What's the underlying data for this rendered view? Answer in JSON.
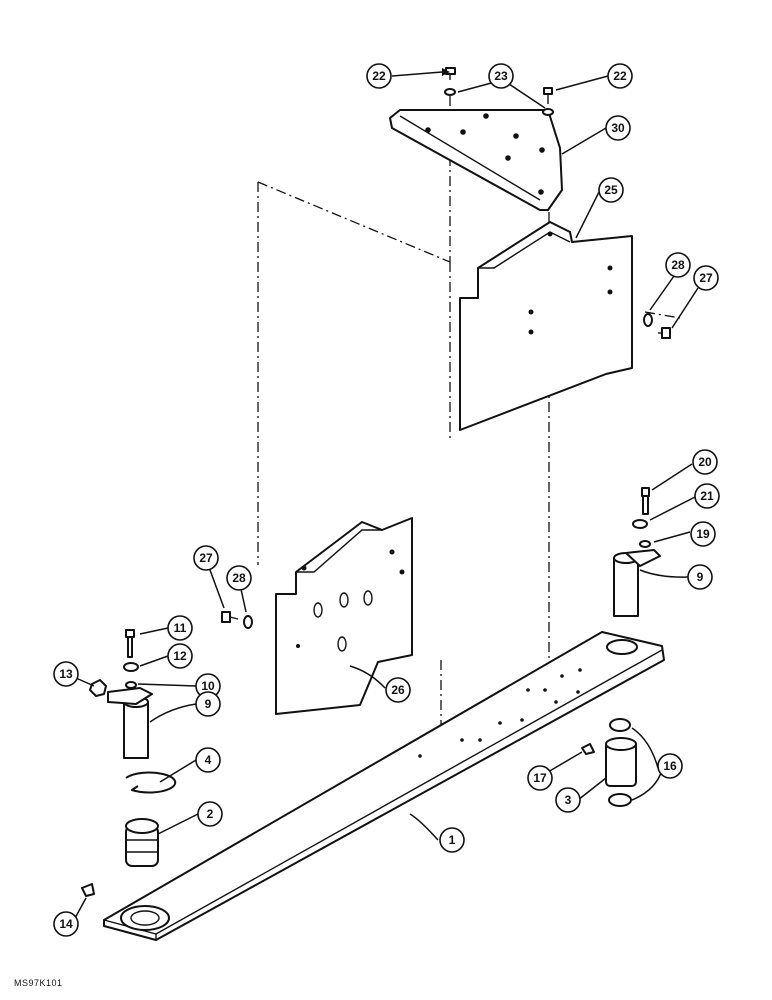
{
  "diagram": {
    "code": "MS97K101",
    "callouts": [
      {
        "id": "c22a",
        "label": "22"
      },
      {
        "id": "c23",
        "label": "23"
      },
      {
        "id": "c22b",
        "label": "22"
      },
      {
        "id": "c30",
        "label": "30"
      },
      {
        "id": "c25",
        "label": "25"
      },
      {
        "id": "c28a",
        "label": "28"
      },
      {
        "id": "c27a",
        "label": "27"
      },
      {
        "id": "c20",
        "label": "20"
      },
      {
        "id": "c21",
        "label": "21"
      },
      {
        "id": "c19",
        "label": "19"
      },
      {
        "id": "c9a",
        "label": "9"
      },
      {
        "id": "c27b",
        "label": "27"
      },
      {
        "id": "c28b",
        "label": "28"
      },
      {
        "id": "c11",
        "label": "11"
      },
      {
        "id": "c12",
        "label": "12"
      },
      {
        "id": "c13",
        "label": "13"
      },
      {
        "id": "c10",
        "label": "10"
      },
      {
        "id": "c9b",
        "label": "9"
      },
      {
        "id": "c26",
        "label": "26"
      },
      {
        "id": "c4",
        "label": "4"
      },
      {
        "id": "c16",
        "label": "16"
      },
      {
        "id": "c17",
        "label": "17"
      },
      {
        "id": "c3",
        "label": "3"
      },
      {
        "id": "c2",
        "label": "2"
      },
      {
        "id": "c1",
        "label": "1"
      },
      {
        "id": "c14",
        "label": "14"
      }
    ]
  }
}
